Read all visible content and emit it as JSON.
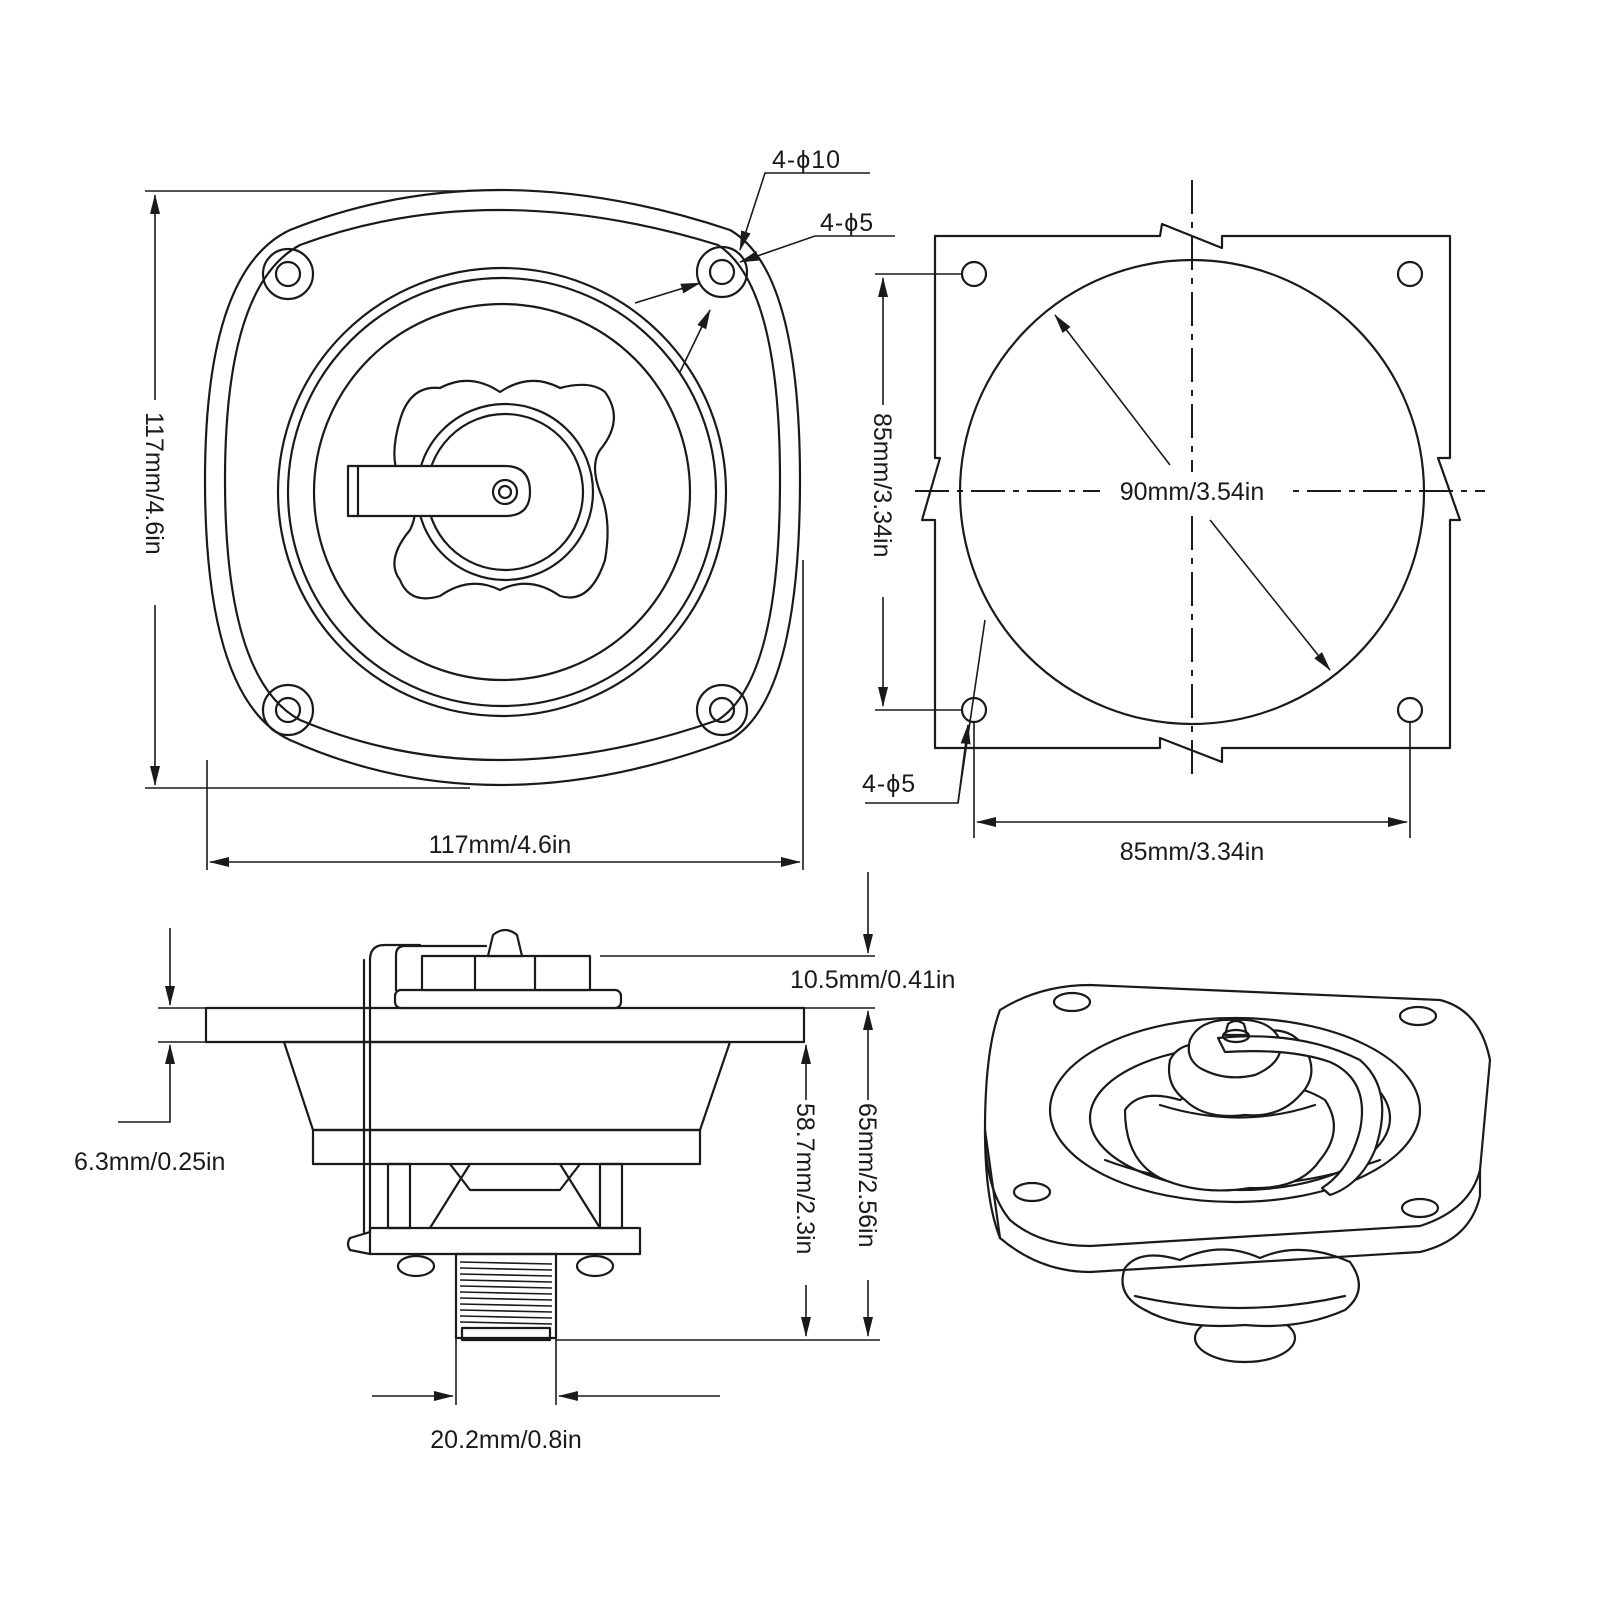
{
  "top_view": {
    "width_label": "117mm/4.6in",
    "height_label": "117mm/4.6in",
    "large_hole_label": "4-ϕ10",
    "small_hole_label": "4-ϕ5"
  },
  "cutout_template": {
    "diameter_label": "90mm/3.54in",
    "hole_spacing_vertical_label": "85mm/3.34in",
    "hole_spacing_horizontal_label": "85mm/3.34in",
    "hole_label": "4-ϕ5"
  },
  "side_view": {
    "top_height_label": "10.5mm/0.41in",
    "flange_thickness_label": "6.3mm/0.25in",
    "body_depth_label": "58.7mm/2.3in",
    "total_depth_label": "65mm/2.56in",
    "thread_diameter_label": "20.2mm/0.8in"
  }
}
